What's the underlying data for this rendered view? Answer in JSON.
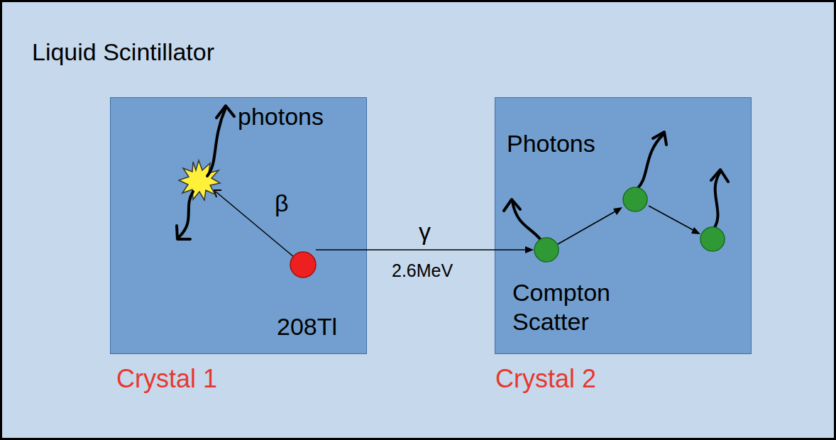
{
  "diagram": {
    "nodes": [
      {
        "text": [
          "Liquid Scintillator"
        ]
      },
      {
        "text": [
          "Crystal 1"
        ],
        "in": 0
      },
      {
        "text": [
          "Crystal 2"
        ],
        "in": 0
      }
    ],
    "labels": [
      "photons",
      "β",
      "208Tl",
      "γ",
      "2.6MeV",
      "Photons",
      "Compton Scatter"
    ]
  }
}
